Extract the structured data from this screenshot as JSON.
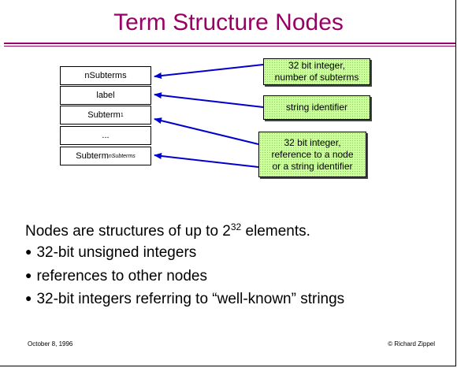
{
  "slide": {
    "title": "Term Structure Nodes",
    "cells": [
      {
        "main": "nSubterms",
        "sub": ""
      },
      {
        "main": "label",
        "sub": ""
      },
      {
        "main": "Subterm",
        "sub": "1"
      },
      {
        "main": "...",
        "sub": ""
      },
      {
        "main": "Subterm",
        "sub": "nSubterms"
      }
    ],
    "callouts": [
      {
        "lines": [
          "32 bit integer,",
          "number of subterms"
        ]
      },
      {
        "lines": [
          "string identifier"
        ]
      },
      {
        "lines": [
          "32 bit integer,",
          "reference to a node",
          "or a string identifier"
        ]
      }
    ],
    "intro_prefix": "Nodes are structures of up to 2",
    "intro_exp": "32",
    "intro_suffix": " elements.",
    "bullets": [
      "32-bit unsigned integers",
      "references to other nodes",
      "32-bit integers referring to “well-known” strings"
    ],
    "bullet_glyph": "●",
    "footer_date": "October 8, 1996",
    "footer_copyright": "© Richard Zippel",
    "colors": {
      "title": "#990066",
      "callout_fill": "#ccff99",
      "arrow": "#0000cc"
    }
  }
}
